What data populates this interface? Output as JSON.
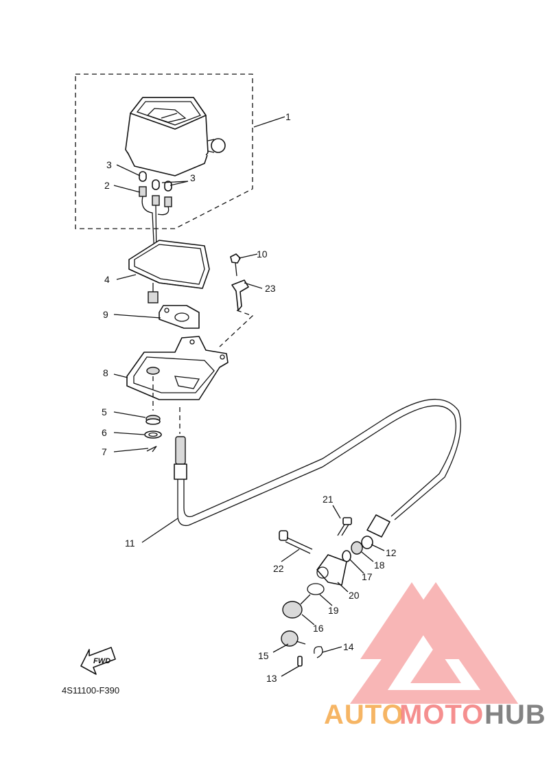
{
  "callouts": [
    {
      "id": "1",
      "text": "1"
    },
    {
      "id": "2",
      "text": "2"
    },
    {
      "id": "3a",
      "text": "3"
    },
    {
      "id": "3b",
      "text": "3"
    },
    {
      "id": "4",
      "text": "4"
    },
    {
      "id": "5",
      "text": "5"
    },
    {
      "id": "6",
      "text": "6"
    },
    {
      "id": "7",
      "text": "7"
    },
    {
      "id": "8",
      "text": "8"
    },
    {
      "id": "9",
      "text": "9"
    },
    {
      "id": "10",
      "text": "10"
    },
    {
      "id": "11",
      "text": "11"
    },
    {
      "id": "12",
      "text": "12"
    },
    {
      "id": "13",
      "text": "13"
    },
    {
      "id": "14",
      "text": "14"
    },
    {
      "id": "15",
      "text": "15"
    },
    {
      "id": "16",
      "text": "16"
    },
    {
      "id": "17",
      "text": "17"
    },
    {
      "id": "18",
      "text": "18"
    },
    {
      "id": "19",
      "text": "19"
    },
    {
      "id": "20",
      "text": "20"
    },
    {
      "id": "21",
      "text": "21"
    },
    {
      "id": "22",
      "text": "22"
    },
    {
      "id": "23",
      "text": "23"
    }
  ],
  "diagram_code": "4S11100-F390",
  "fwd_label": "FWD",
  "watermark": {
    "part1": "AUTO",
    "part2": "MOTO",
    "part3": "HUB",
    "color_logo": "#f47c7c",
    "color_auto": "#f5a94a",
    "color_moto": "#f47c7c",
    "color_hub": "#6e6e6e"
  }
}
